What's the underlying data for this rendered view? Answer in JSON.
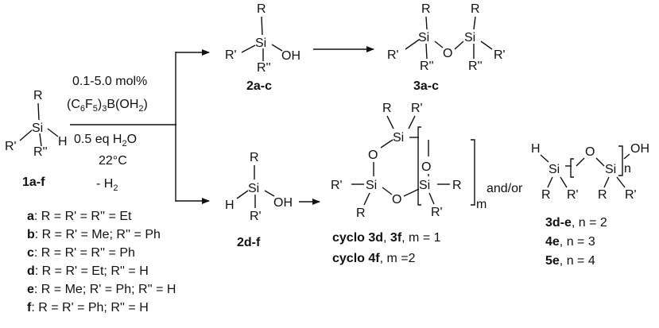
{
  "reagents": {
    "line1": "0.1-5.0 mol%",
    "line2_a": "(C",
    "line2_sub1": "6",
    "line2_b": "F",
    "line2_sub2": "5",
    "line2_c": ")",
    "line2_sub3": "3",
    "line2_d": "B(OH",
    "line2_sub4": "2",
    "line2_e": ")",
    "line3_a": "0.5 eq H",
    "line3_sub": "2",
    "line3_b": "O",
    "line4": "22°C",
    "line5_a": "- H",
    "line5_sub": "2"
  },
  "compounds": {
    "start": "1a-f",
    "silanol_upper": "2a-c",
    "disiloxane": "3a-c",
    "silanol_lower": "2d-f",
    "cyclo_line1_a": "cyclo 3d",
    "cyclo_line1_b": ", ",
    "cyclo_line1_c": "3f",
    "cyclo_line1_d": ", m = 1",
    "cyclo_line2_a": "cyclo 4f",
    "cyclo_line2_b": ", m =2",
    "linear_1a": "3d-e",
    "linear_1b": ", n = 2",
    "linear_2a": "4e",
    "linear_2b": ", n = 3",
    "linear_3a": "5e",
    "linear_3b": ", n = 4"
  },
  "atoms": {
    "Si": "Si",
    "O": "O",
    "H": "H",
    "OH": "OH",
    "R": "R",
    "R1": "R'",
    "R2": "R''",
    "m": "m",
    "n": "n",
    "andor": "and/or"
  },
  "legend": [
    {
      "key": "a",
      "text": ": R = R' = R'' = Et"
    },
    {
      "key": "b",
      "text": ": R = R' = Me; R'' = Ph"
    },
    {
      "key": "c",
      "text": ": R = R' = R'' = Ph"
    },
    {
      "key": "d",
      "text": ": R = R' = Et; R'' = H"
    },
    {
      "key": "e",
      "text": ": R = Me; R' = Ph; R'' = H"
    },
    {
      "key": "f",
      "text": ": R = R' = Ph; R'' = H"
    }
  ]
}
